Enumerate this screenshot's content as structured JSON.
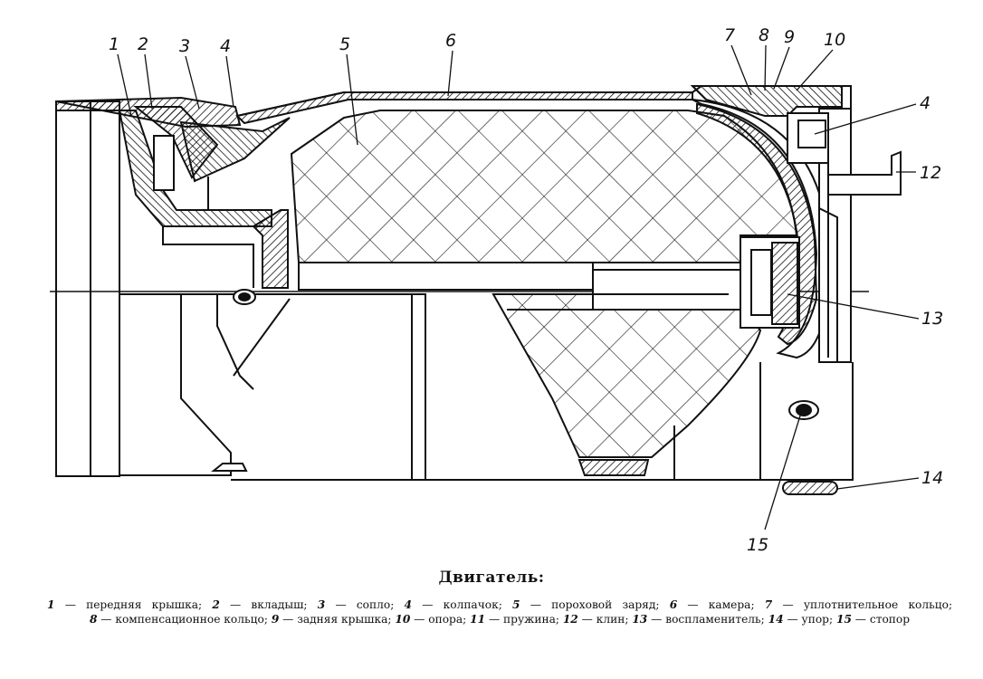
{
  "labels": {
    "l1": "1",
    "l2": "2",
    "l3": "3",
    "l4a": "4",
    "l5": "5",
    "l6": "6",
    "l7": "7",
    "l8": "8",
    "l9": "9",
    "l10": "10",
    "l4b": "4",
    "l12": "12",
    "l13": "13",
    "l14": "14",
    "l15": "15"
  },
  "caption": "Двигатель:",
  "legend": [
    {
      "n": "1",
      "text": " — передняя крышка;"
    },
    {
      "n": "2",
      "text": " — вкладыш;"
    },
    {
      "n": "3",
      "text": " — сопло;"
    },
    {
      "n": "4",
      "text": " — колпачок;"
    },
    {
      "n": "5",
      "text": " — пороховой заряд;"
    },
    {
      "n": "6",
      "text": " — камера;"
    },
    {
      "n": "7",
      "text": " — уплотнительное кольцо;"
    },
    {
      "n": "8",
      "text": " — компенсационное кольцо;"
    },
    {
      "n": "9",
      "text": " — задняя крышка;"
    },
    {
      "n": "10",
      "text": " — опора;"
    },
    {
      "n": "11",
      "text": " — пружина;"
    },
    {
      "n": "12",
      "text": " — клин;"
    },
    {
      "n": "13",
      "text": " — воспламенитель;"
    },
    {
      "n": "14",
      "text": " — упор;"
    },
    {
      "n": "15",
      "text": " — стопор"
    }
  ]
}
